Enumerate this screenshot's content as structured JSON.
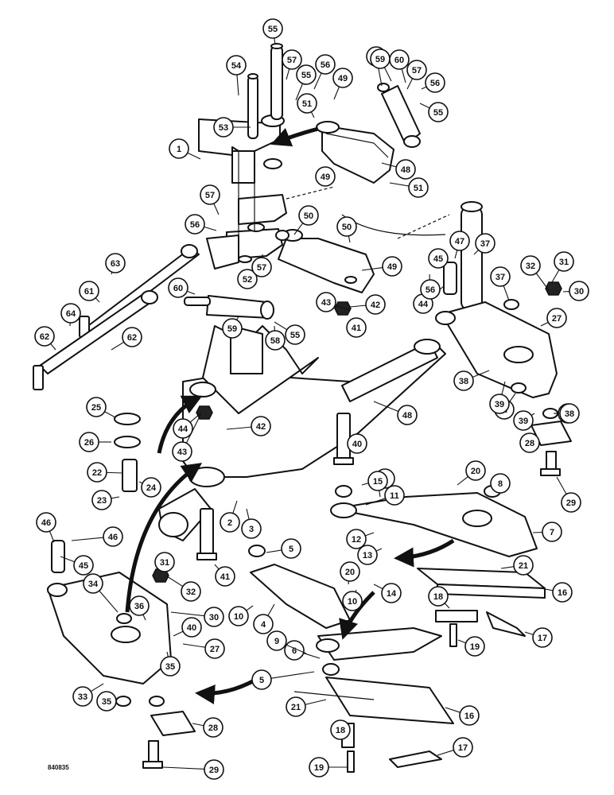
{
  "drawing_number": "840835",
  "callouts": [
    "1",
    "2",
    "3",
    "4",
    "5",
    "5",
    "6",
    "7",
    "8",
    "8",
    "9",
    "10",
    "10",
    "11",
    "12",
    "13",
    "14",
    "15",
    "16",
    "16",
    "17",
    "17",
    "18",
    "18",
    "19",
    "19",
    "20",
    "20",
    "21",
    "21",
    "22",
    "23",
    "24",
    "25",
    "26",
    "27",
    "27",
    "28",
    "28",
    "29",
    "29",
    "30",
    "30",
    "31",
    "31",
    "32",
    "32",
    "33",
    "34",
    "34",
    "35",
    "35",
    "36",
    "37",
    "37",
    "37",
    "38",
    "38",
    "39",
    "39",
    "40",
    "40",
    "41",
    "41",
    "42",
    "42",
    "43",
    "43",
    "44",
    "44",
    "45",
    "45",
    "46",
    "46",
    "47",
    "48",
    "48",
    "49",
    "49",
    "49",
    "50",
    "50",
    "51",
    "51",
    "52",
    "53",
    "54",
    "55",
    "55",
    "55",
    "55",
    "56",
    "56",
    "56",
    "56",
    "57",
    "57",
    "57",
    "57",
    "58",
    "58",
    "59",
    "59",
    "60",
    "60",
    "61",
    "62",
    "62",
    "63",
    "64"
  ],
  "colors": {
    "line": "#111111",
    "background": "#ffffff"
  }
}
